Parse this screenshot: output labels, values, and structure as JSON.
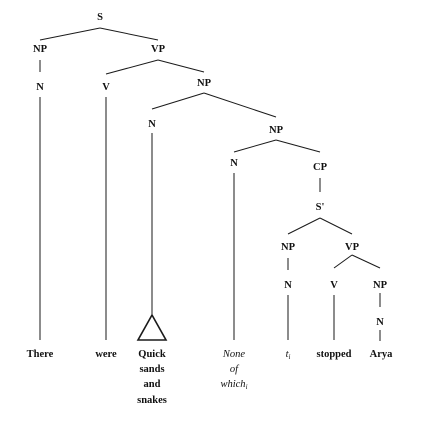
{
  "labels": {
    "s_root": "S",
    "np_1": "NP",
    "n_1": "N",
    "vp_1": "VP",
    "v_1": "V",
    "np_2": "NP",
    "n_2": "N",
    "np_3": "NP",
    "n_3": "N",
    "cp": "CP",
    "s_bar": "S'",
    "np_4": "NP",
    "n_4": "N",
    "vp_2": "VP",
    "v_2": "V",
    "np_5": "NP",
    "n_5": "N"
  },
  "words": {
    "there": "There",
    "were": "were",
    "quick_1": "Quick",
    "quick_2": "sands",
    "quick_3": "and",
    "quick_4": "snakes",
    "none_1": "None",
    "none_2": "of",
    "none_3": "which",
    "none_3_sub": "i",
    "trace": "t",
    "trace_sub": "i",
    "stopped": "stopped",
    "arya": "Arya"
  }
}
